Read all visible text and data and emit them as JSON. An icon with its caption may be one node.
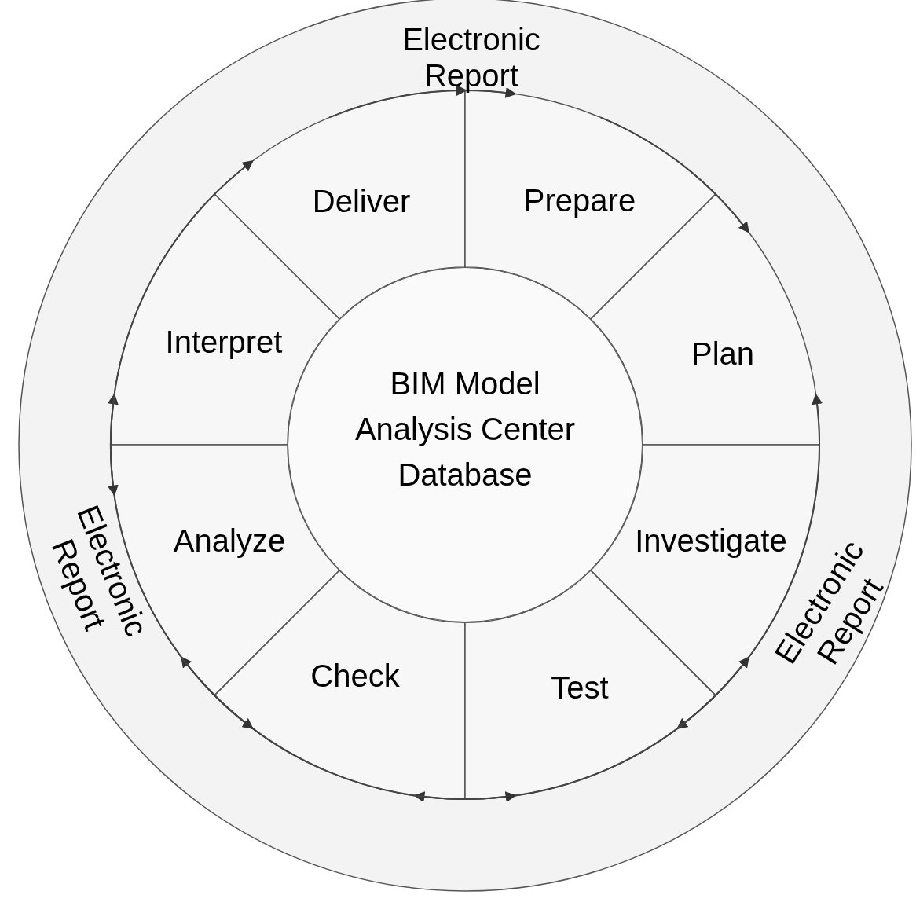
{
  "diagram": {
    "nodes": [
      {
        "text": [
          "Electronic Report"
        ]
      },
      {
        "text": [
          "Deliver"
        ]
      },
      {
        "text": [
          "Prepare"
        ]
      },
      {
        "text": [
          "Interpret"
        ]
      },
      {
        "text": [
          "BIM Model Analysis Center Database"
        ]
      },
      {
        "text": [
          "Plan"
        ]
      },
      {
        "text": [
          "Analyze"
        ]
      },
      {
        "text": [
          "Investigate"
        ]
      },
      {
        "text": [
          "Electronic Report"
        ]
      },
      {
        "text": [
          "Electronic Report"
        ]
      },
      {
        "text": [
          "Check"
        ]
      },
      {
        "text": [
          "Test"
        ]
      }
    ],
    "edges": [
      {
        "from": 1,
        "to": 0,
        "arrow": "to"
      },
      {
        "from": 0,
        "to": 2,
        "arrow": "to"
      },
      {
        "from": 2,
        "to": 5,
        "arrow": "to"
      },
      {
        "from": 9,
        "to": 5,
        "arrow": "to"
      },
      {
        "from": 9,
        "to": 11,
        "arrow": "to"
      },
      {
        "from": 11,
        "to": 7,
        "arrow": "to"
      },
      {
        "from": 11,
        "to": 10,
        "arrow": "to"
      },
      {
        "from": 10,
        "to": 11,
        "arrow": "to"
      },
      {
        "from": 10,
        "to": 6,
        "arrow": "to"
      },
      {
        "from": 8,
        "to": 10,
        "arrow": "to"
      },
      {
        "from": 8,
        "to": 3,
        "arrow": "to"
      },
      {
        "from": 3,
        "to": 6,
        "arrow": "to"
      },
      {
        "from": 3,
        "to": 1,
        "arrow": "to"
      }
    ]
  }
}
